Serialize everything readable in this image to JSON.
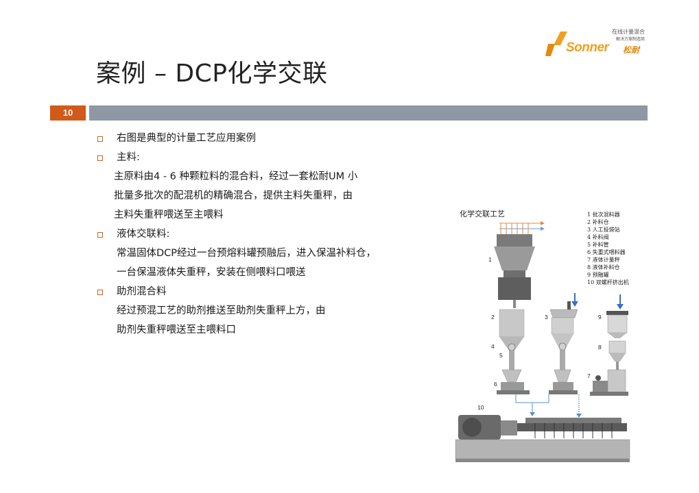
{
  "logo": {
    "tagline_1": "在线计量混合",
    "tagline_2": "解决方案制造商",
    "brand": "Sonner",
    "brand_cn": "松耐"
  },
  "slide": {
    "title": "案例 – DCP化学交联",
    "page_number": "10"
  },
  "content": {
    "b1": "右图是典型的计量工艺应用案例",
    "b2": "主料:",
    "b2_l1": "主原料由4 - 6 种颗粒料的混合料，经过一套松耐UM 小",
    "b2_l2": "批量多批次的配混机的精确混合，提供主料失重秤，由",
    "b2_l3": "主料失重秤喂送至主喂料",
    "b3": "液体交联料:",
    "b3_l1": "常温固体DCP经过一台预熔料罐预融后，进入保温补料仓，",
    "b3_l2": "一台保温液体失重秤，安装在侧喂料口喂送",
    "b4": "助剂混合料",
    "b4_l1": "经过预混工艺的助剂推送至助剂失重秤上方，由",
    "b4_l2": "助剂失重秤喂送至主喂料口"
  },
  "diagram": {
    "title": "化学交联工艺",
    "legend": [
      "1  批次混料器",
      "2  补料仓",
      "3  人工投袋站",
      "4  补料阀",
      "5  补料管",
      "6  失重式喂料器",
      "7  液体计量秤",
      "8  液体补料仓",
      "9  预融罐",
      "10  双螺杆挤出机"
    ],
    "numbers": [
      "1",
      "2",
      "3",
      "4",
      "5",
      "6",
      "7",
      "8",
      "9",
      "10"
    ]
  },
  "colors": {
    "accent_orange": "#d15a1a",
    "header_grey": "#8e98a4",
    "logo_orange": "#f0a020"
  }
}
